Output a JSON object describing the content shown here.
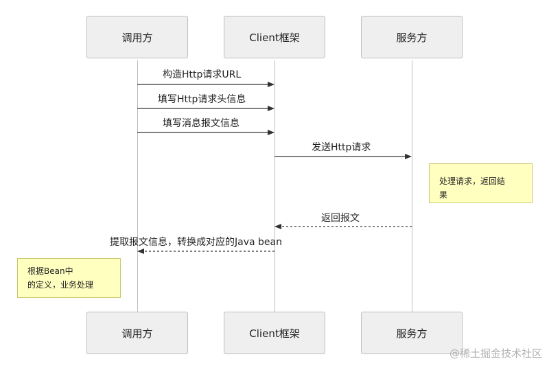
{
  "participants": {
    "caller": "调用方",
    "client": "Client框架",
    "server": "服务方"
  },
  "messages": [
    "构造Http请求URL",
    "填写Http请求头信息",
    "填写消息报文信息",
    "发送Http请求",
    "返回报文",
    "提取报文信息，转换成对应的Java bean"
  ],
  "notes": {
    "server_note_line1": "处理请求，返回结",
    "server_note_line2": "果",
    "caller_note_line1": "根据Bean中",
    "caller_note_line2": "的定义，业务处理"
  },
  "watermark": "@稀土掘金技术社区",
  "colors": {
    "participant_fill": "#efefef",
    "lifeline": "#bdbdbd",
    "arrow": "#333333",
    "note_fill": "#ffffc0",
    "note_border": "#c8c872"
  }
}
